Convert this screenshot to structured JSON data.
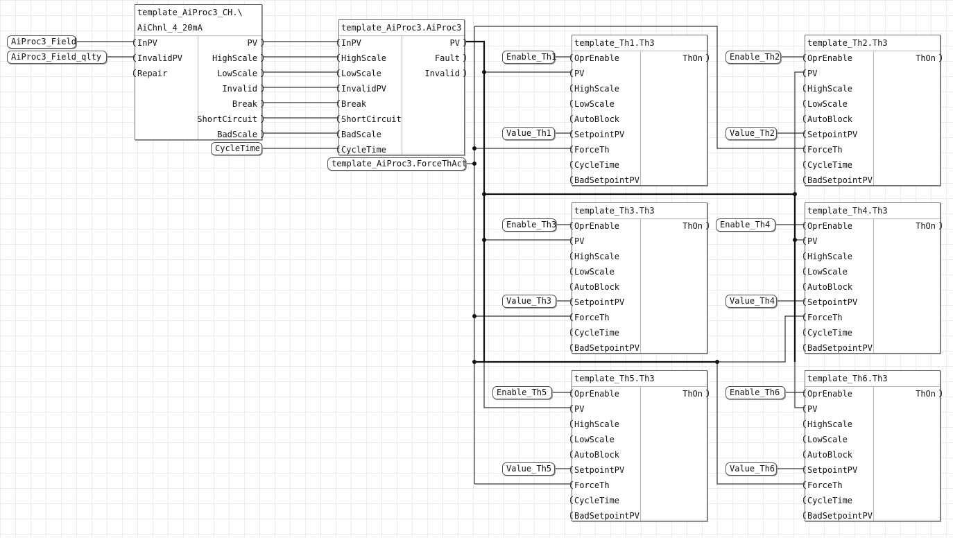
{
  "blocks": {
    "ch": {
      "title_line1": "template_AiProc3_CH.\\",
      "title_line2": "AiChnl_4_20mA",
      "inputs": [
        "InPV",
        "InvalidPV",
        "Repair"
      ],
      "outputs": [
        "PV",
        "HighScale",
        "LowScale",
        "Invalid",
        "Break",
        "ShortCircuit",
        "BadScale"
      ]
    },
    "aiproc": {
      "title": "template_AiProc3.AiProc3",
      "inputs": [
        "InPV",
        "HighScale",
        "LowScale",
        "InvalidPV",
        "Break",
        "ShortCircuit",
        "BadScale",
        "CycleTime"
      ],
      "outputs": [
        "PV",
        "Fault",
        "Invalid"
      ]
    },
    "th1": {
      "title": "template_Th1.Th3"
    },
    "th2": {
      "title": "template_Th2.Th3"
    },
    "th3": {
      "title": "template_Th3.Th3"
    },
    "th4": {
      "title": "template_Th4.Th3"
    },
    "th5": {
      "title": "template_Th5.Th3"
    },
    "th6": {
      "title": "template_Th6.Th3"
    }
  },
  "th_inputs": [
    "OprEnable",
    "PV",
    "HighScale",
    "LowScale",
    "AutoBlock",
    "SetpointPV",
    "ForceTh",
    "CycleTime",
    "BadSetpointPV"
  ],
  "th_output": "ThOn",
  "vars": {
    "field": "AiProc3_Field",
    "field_qlty": "AiProc3_Field_qlty",
    "cycletime": "CycleTime",
    "forcethact": "template_AiProc3.ForceThAct",
    "enable_th1": "Enable_Th1",
    "value_th1": "Value_Th1",
    "enable_th2": "Enable_Th2",
    "value_th2": "Value_Th2",
    "enable_th3": "Enable_Th3",
    "value_th3": "Value_Th3",
    "enable_th4": "Enable_Th4",
    "value_th4": "Value_Th4",
    "enable_th5": "Enable_Th5",
    "value_th5": "Value_Th5",
    "enable_th6": "Enable_Th6",
    "value_th6": "Value_Th6"
  }
}
